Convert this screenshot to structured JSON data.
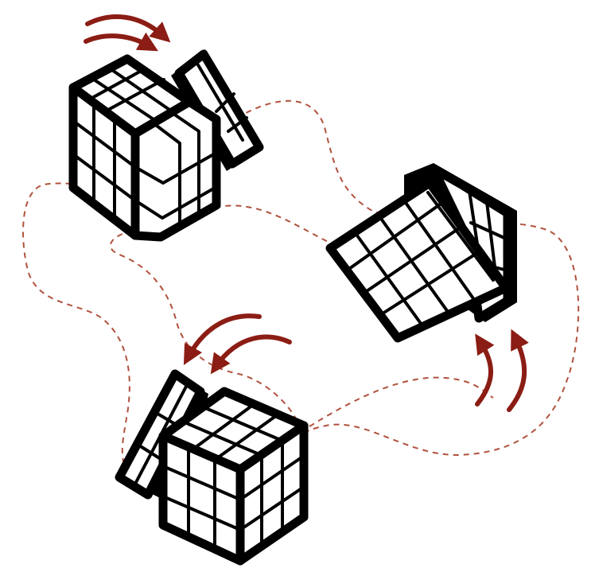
{
  "colors": {
    "background": "#ffffff",
    "cube_outline": "#000000",
    "sticker": "#ffffff",
    "rotation_arrow": "#8b1d14",
    "dashed_path": "#b0523e"
  },
  "diagram": {
    "cubes": [
      {
        "id": "top-left-cube",
        "grid": "3x3",
        "rotated_layer": "right"
      },
      {
        "id": "right-cube",
        "grid": "3x3",
        "rotated_layer": "back"
      },
      {
        "id": "bottom-cube",
        "grid": "3x3",
        "rotated_layer": "left"
      }
    ],
    "rotation_arrows": [
      {
        "id": "top-left-arrows",
        "count": 2,
        "direction": "clockwise"
      },
      {
        "id": "right-arrows",
        "count": 2,
        "direction": "upward"
      },
      {
        "id": "bottom-arrows",
        "count": 2,
        "direction": "counter-clockwise"
      }
    ],
    "connector": {
      "style": "dashed",
      "shape": "closed-loop"
    }
  }
}
